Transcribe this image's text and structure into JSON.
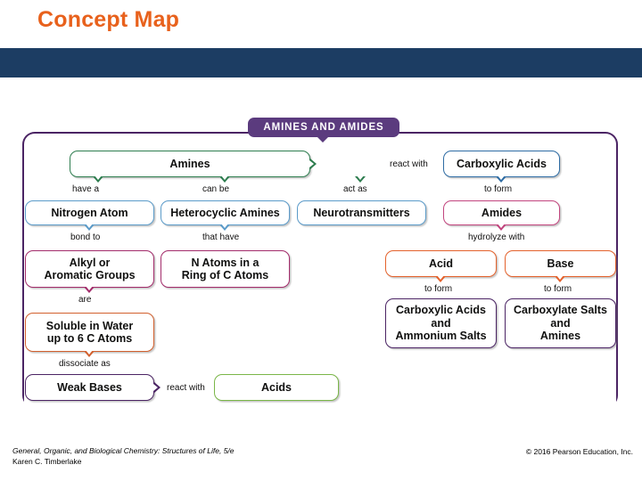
{
  "slide": {
    "title": "Concept Map",
    "title_color": "#E8611C",
    "header_bar_color": "#1C3D63"
  },
  "concept_map": {
    "root": {
      "label": "AMINES AND AMIDES",
      "color": "#5B3B7E"
    },
    "frame_color": "#4B2464",
    "nodes": [
      {
        "id": "amines",
        "label": "Amines",
        "color": "#2E7D4F"
      },
      {
        "id": "carboxylic-acids",
        "label": "Carboxylic Acids",
        "color": "#2E6CA4"
      },
      {
        "id": "nitrogen-atom",
        "label": "Nitrogen Atom",
        "color": "#5B9BC9"
      },
      {
        "id": "heterocyclic-amines",
        "label": "Heterocyclic Amines",
        "color": "#5B9BC9"
      },
      {
        "id": "neurotransmitters",
        "label": "Neurotransmitters",
        "color": "#5B9BC9"
      },
      {
        "id": "amides",
        "label": "Amides",
        "color": "#C2457E"
      },
      {
        "id": "alkyl-aromatic",
        "label": "Alkyl or\nAromatic Groups",
        "color": "#A32C6B"
      },
      {
        "id": "n-atoms-ring",
        "label": "N Atoms in a\nRing of C Atoms",
        "color": "#A32C6B"
      },
      {
        "id": "acid",
        "label": "Acid",
        "color": "#E4622C"
      },
      {
        "id": "base",
        "label": "Base",
        "color": "#E4622C"
      },
      {
        "id": "soluble-water",
        "label": "Soluble in Water\nup to 6 C Atoms",
        "color": "#D2602E"
      },
      {
        "id": "carboxylic-ammonium",
        "label": "Carboxylic Acids\nand\nAmmonium Salts",
        "color": "#4B2464"
      },
      {
        "id": "carboxylate-amines",
        "label": "Carboxylate Salts\nand\nAmines",
        "color": "#4B2464"
      },
      {
        "id": "weak-bases",
        "label": "Weak Bases",
        "color": "#4B2464"
      },
      {
        "id": "acids",
        "label": "Acids",
        "color": "#7AB648"
      }
    ],
    "edge_labels": [
      {
        "id": "react-with-top",
        "text": "react with"
      },
      {
        "id": "have-a",
        "text": "have a"
      },
      {
        "id": "can-be",
        "text": "can be"
      },
      {
        "id": "act-as",
        "text": "act as"
      },
      {
        "id": "to-form-amides",
        "text": "to form"
      },
      {
        "id": "bond-to",
        "text": "bond to"
      },
      {
        "id": "that-have",
        "text": "that have"
      },
      {
        "id": "hydrolyze-with",
        "text": "hydrolyze with"
      },
      {
        "id": "are",
        "text": "are"
      },
      {
        "id": "to-form-left",
        "text": "to form"
      },
      {
        "id": "to-form-right",
        "text": "to form"
      },
      {
        "id": "dissociate-as",
        "text": "dissociate as"
      },
      {
        "id": "react-with-bot",
        "text": "react with"
      }
    ]
  },
  "footer": {
    "book_title": "General, Organic, and Biological Chemistry: Structures of Life, 5/e",
    "author": "Karen C. Timberlake",
    "copyright": "© 2016 Pearson Education, Inc."
  }
}
